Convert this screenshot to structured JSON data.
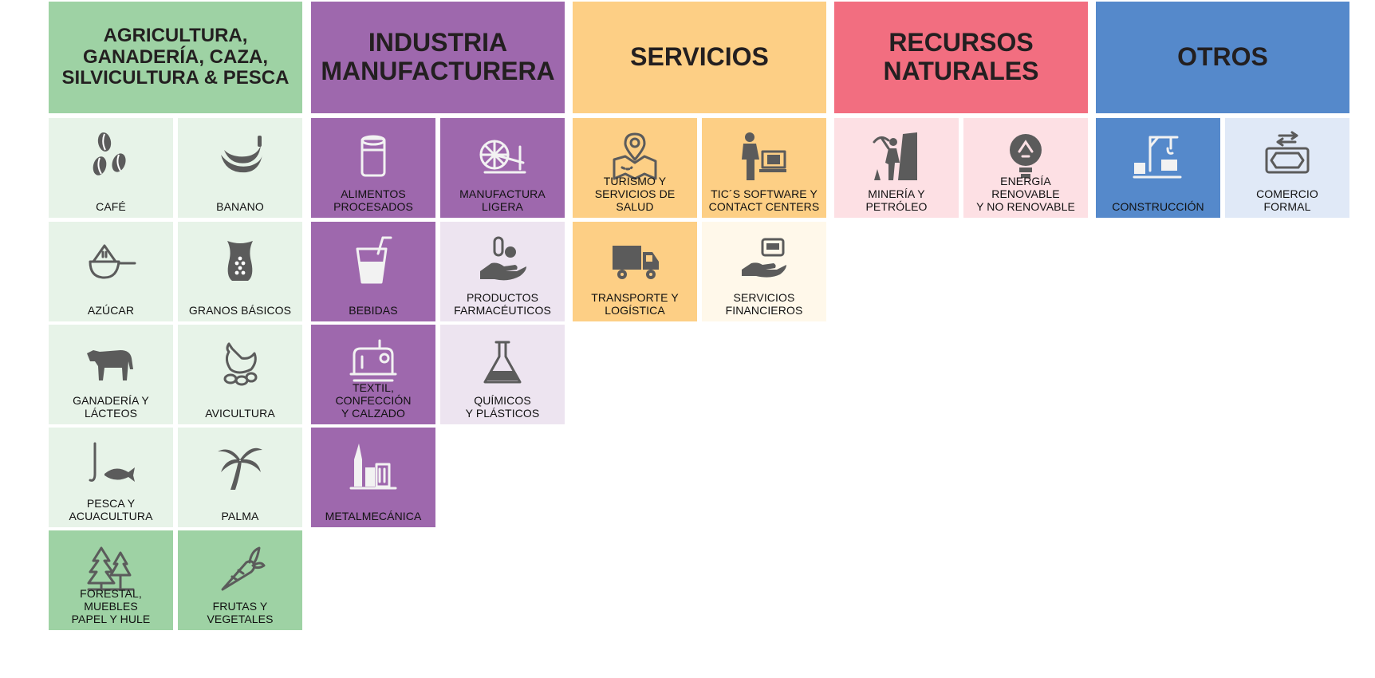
{
  "palette": {
    "green_dark": "#9ed2a4",
    "green_light": "#e7f3e8",
    "purple_dark": "#9e68ad",
    "purple_light": "#ede4f0",
    "orange_dark": "#fdcf85",
    "orange_light": "#fff8ea",
    "red_dark": "#f26e80",
    "red_light": "#fde0e4",
    "blue_dark": "#5589cb",
    "blue_light": "#e0e9f7"
  },
  "columns": [
    {
      "id": "agricultura",
      "header": "AGRICULTURA,\nGANADERÍA, CAZA,\nSILVICULTURA & PESCA",
      "dark": "green_dark",
      "light": "green_light",
      "tiles": [
        {
          "label": "CAFÉ",
          "icon": "coffee-beans-icon",
          "shade": "light"
        },
        {
          "label": "BANANO",
          "icon": "banana-icon",
          "shade": "light"
        },
        {
          "label": "AZÚCAR",
          "icon": "sugar-scoop-icon",
          "shade": "light"
        },
        {
          "label": "GRANOS BÁSICOS",
          "icon": "grain-sack-icon",
          "shade": "light"
        },
        {
          "label": "GANADERÍA Y\nLÁCTEOS",
          "icon": "cow-icon",
          "shade": "light"
        },
        {
          "label": "AVICULTURA",
          "icon": "hen-eggs-icon",
          "shade": "light"
        },
        {
          "label": "PESCA Y\nACUACULTURA",
          "icon": "fish-hook-icon",
          "shade": "light"
        },
        {
          "label": "PALMA",
          "icon": "palm-tree-icon",
          "shade": "light"
        },
        {
          "label": "FORESTAL,\nMUEBLES\nPAPEL Y HULE",
          "icon": "pine-trees-icon",
          "shade": "dark"
        },
        {
          "label": "FRUTAS Y\nVEGETALES",
          "icon": "carrot-icon",
          "shade": "dark"
        }
      ]
    },
    {
      "id": "industria",
      "header": "INDUSTRIA\nMANUFACTURERA",
      "dark": "purple_dark",
      "light": "purple_light",
      "tiles": [
        {
          "label": "ALIMENTOS\nPROCESADOS",
          "icon": "can-icon",
          "shade": "dark"
        },
        {
          "label": "MANUFACTURA\nLIGERA",
          "icon": "spinning-wheel-icon",
          "shade": "dark"
        },
        {
          "label": "BEBIDAS",
          "icon": "drink-cup-icon",
          "shade": "dark"
        },
        {
          "label": "PRODUCTOS\nFARMACÉUTICOS",
          "icon": "pills-hand-icon",
          "shade": "light"
        },
        {
          "label": "TEXTIL, CONFECCIÓN\nY CALZADO",
          "icon": "sewing-machine-icon",
          "shade": "dark"
        },
        {
          "label": "QUÍMICOS\nY PLÁSTICOS",
          "icon": "flask-icon",
          "shade": "light"
        },
        {
          "label": "METALMECÁNICA",
          "icon": "factory-icon",
          "shade": "dark"
        }
      ]
    },
    {
      "id": "servicios",
      "header": "SERVICIOS",
      "dark": "orange_dark",
      "light": "orange_light",
      "tiles": [
        {
          "label": "TURISMO Y\nSERVICIOS DE SALUD",
          "icon": "map-pin-icon",
          "shade": "dark"
        },
        {
          "label": "TIC´S SOFTWARE Y\nCONTACT CENTERS",
          "icon": "person-computer-icon",
          "shade": "dark"
        },
        {
          "label": "TRANSPORTE Y\nLOGÍSTICA",
          "icon": "truck-icon",
          "shade": "dark"
        },
        {
          "label": "SERVICIOS\nFINANCIEROS",
          "icon": "hand-card-icon",
          "shade": "light"
        }
      ]
    },
    {
      "id": "recursos",
      "header": "RECURSOS\nNATURALES",
      "dark": "red_dark",
      "light": "red_light",
      "tiles": [
        {
          "label": "MINERÍA Y\nPETRÓLEO",
          "icon": "miner-icon",
          "shade": "light"
        },
        {
          "label": "ENERGÍA\nRENOVABLE\nY NO RENOVABLE",
          "icon": "recycle-bulb-icon",
          "shade": "light"
        }
      ]
    },
    {
      "id": "otros",
      "header": "OTROS",
      "dark": "blue_dark",
      "light": "blue_light",
      "tiles": [
        {
          "label": "CONSTRUCCIÓN",
          "icon": "crane-icon",
          "shade": "dark"
        },
        {
          "label": "COMERCIO\nFORMAL",
          "icon": "money-exchange-icon",
          "shade": "light"
        }
      ]
    }
  ]
}
